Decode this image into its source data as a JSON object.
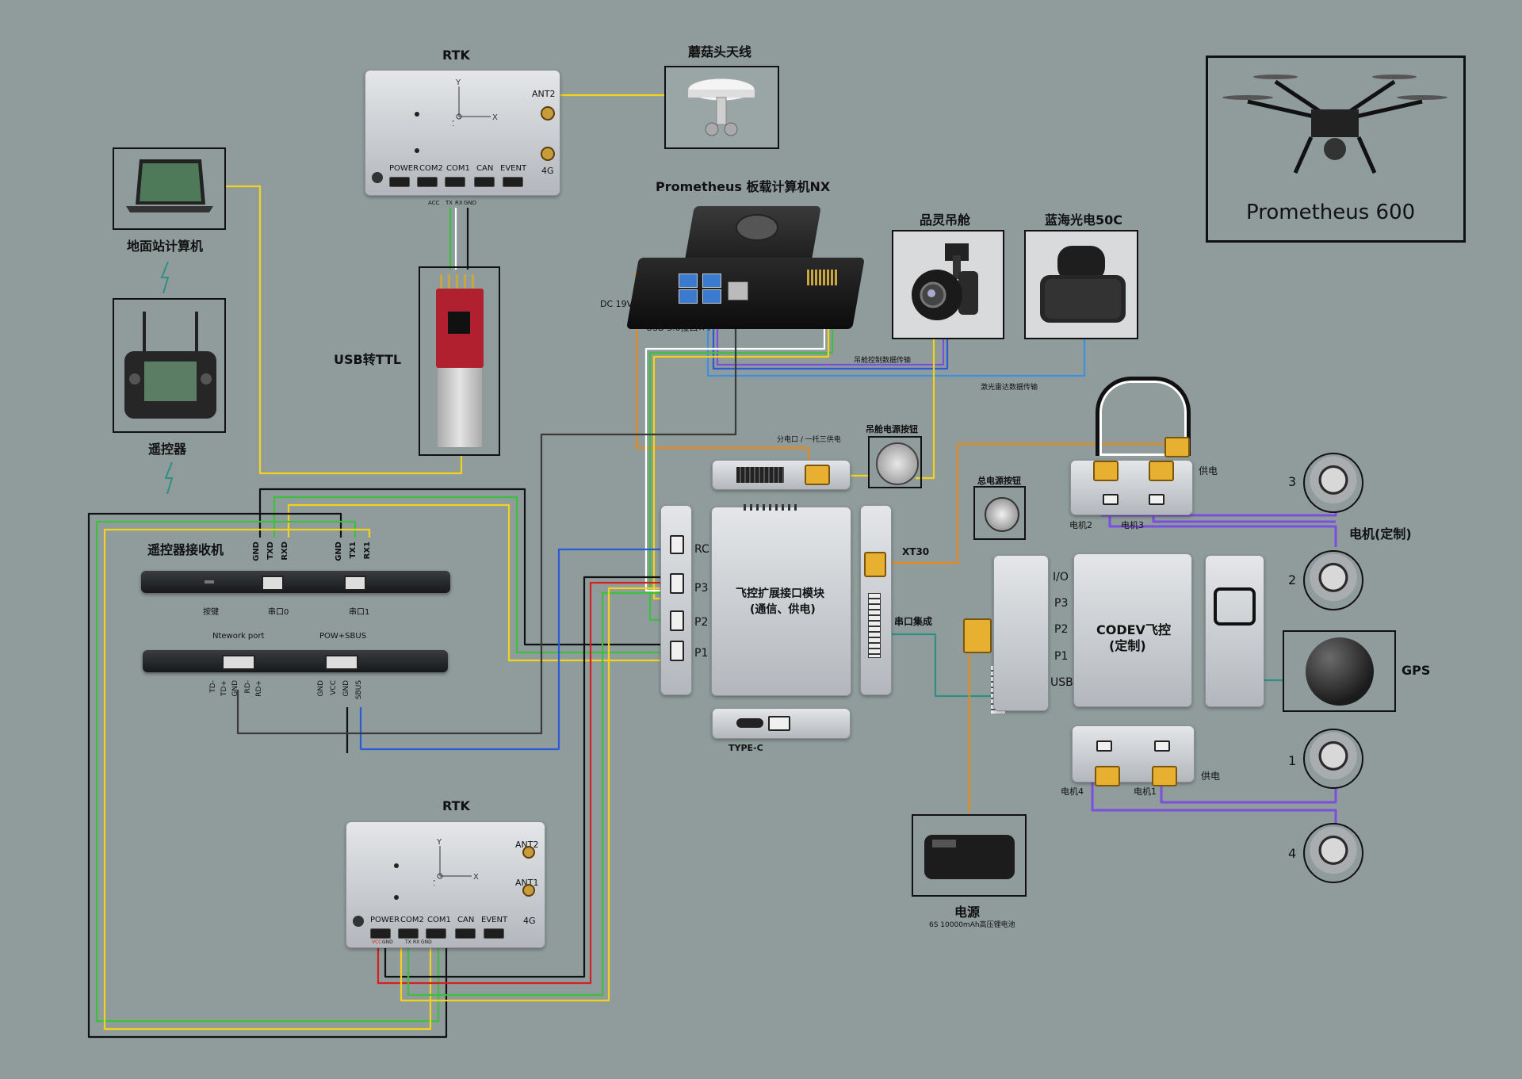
{
  "labels": {
    "rtk_top": "RTK",
    "antenna": "蘑菇头天线",
    "prometheus_nx": "Prometheus 板载计算机NX",
    "gimbal": "品灵吊舱",
    "lidar": "蓝海光电50C",
    "ground_station": "地面站计算机",
    "remote": "遥控器",
    "usb_ttl": "USB转TTL",
    "rc_receiver": "遥控器接收机",
    "dc19v": "DC 19V",
    "usb30": "USB 3.0接口×4",
    "gimbal_ctrl": "吊舱控制数据传输",
    "lidar_data": "激光雷达数据传输",
    "split_port": "分电口 / 一托三供电",
    "gimbal_power_btn": "吊舱电源按钮",
    "main_power_btn": "总电源按钮",
    "ext_module_line1": "飞控扩展接口模块",
    "ext_module_line2": "(通信、供电)",
    "xt30": "XT30",
    "serial_hub": "串口集成",
    "type_c": "TYPE-C",
    "codev_line1": "CODEV飞控",
    "codev_line2": "(定制)",
    "gps": "GPS",
    "motor_custom": "电机(定制)",
    "power": "电源",
    "battery": "6S 10000mAh高压锂电池",
    "rtk_bottom": "RTK",
    "network_port": "Ntework port",
    "pow_sbus": "POW+SBUS",
    "key": "按键",
    "serial0": "串口0",
    "serial1": "串口1",
    "supply_top": "供电",
    "supply_bottom": "供电",
    "motor2": "电机2",
    "motor3": "电机3",
    "motor4": "电机4",
    "motor1": "电机1",
    "drone_title": "Prometheus 600",
    "ant2_top": "ANT2",
    "g4_top": "4G",
    "ant2_bottom": "ANT2",
    "ant1_bottom": "ANT1",
    "g4_bottom": "4G"
  },
  "rtk_ports": [
    "POWER",
    "COM2",
    "COM1",
    "CAN",
    "EVENT"
  ],
  "rtk_top_pins": [
    "ACC",
    "TX",
    "RX",
    "GND"
  ],
  "rtk_bottom_pins": [
    "VCC",
    "GND",
    "TX",
    "RX",
    "GND"
  ],
  "receiver_pins_top": [
    "GND",
    "TXD",
    "RXD",
    "GND",
    "TX1",
    "RX1"
  ],
  "receiver_pins_bottom": [
    "TD-",
    "TD+",
    "GND",
    "RD-",
    "RD+",
    "GND",
    "VCC",
    "GND",
    "SBUS"
  ],
  "ext_ports": [
    "RC",
    "P3",
    "P2",
    "P1"
  ],
  "codev_ports": [
    "I/O",
    "P3",
    "P2",
    "P1",
    "USB"
  ],
  "motor_numbers": [
    "3",
    "2",
    "1",
    "4"
  ],
  "colors": {
    "background": "#8f9c9b",
    "yellow": "#f2d21b",
    "green": "#3fbf3f",
    "red": "#d42020",
    "blue": "#2a5bd6",
    "purple": "#7a4fe0",
    "orange": "#e8891c",
    "teal": "#2f8f86",
    "black": "#111111",
    "gray": "#3a3a3a",
    "lightblue": "#3d8fe0"
  },
  "icons": [
    "laptop-icon",
    "remote-controller-icon",
    "lightning-icon",
    "antenna-icon",
    "gimbal-camera-icon",
    "lidar-icon",
    "drone-icon",
    "battery-icon",
    "power-button-icon",
    "gps-sphere-icon",
    "motor-icon"
  ]
}
